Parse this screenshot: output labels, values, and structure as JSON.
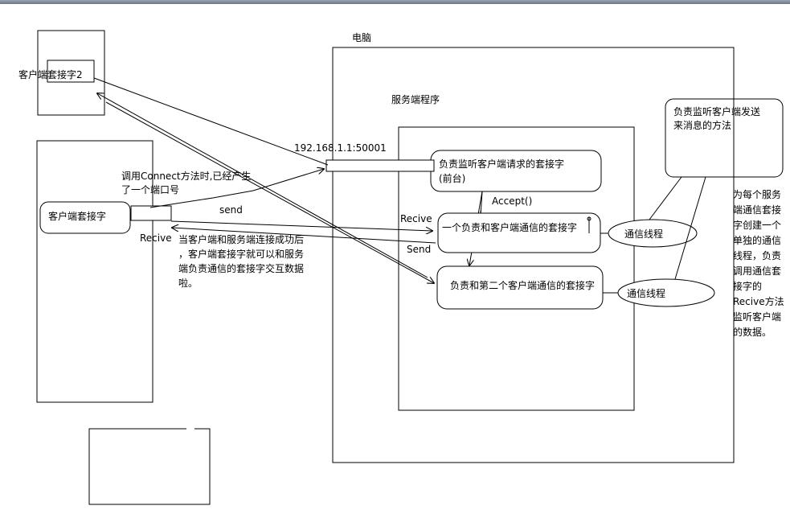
{
  "diagram": {
    "computer_label": "电脑",
    "server_program_label": "服务端程序",
    "listen_socket_line1": "负责监听客户端请求的套接字",
    "listen_socket_line2": "(前台)",
    "comm_socket1_label": "一个负责和客户端通信的套接字",
    "comm_socket2_label": "负责和第二个客户端通信的套接字",
    "accept_label": "Accept()",
    "recive_right_label": "Recive",
    "send_right_label": "Send",
    "thread1_label": "通信线程",
    "thread2_label": "通信线程",
    "listen_method_line1": "负责监听客户端发送",
    "listen_method_line2": "来消息的方法",
    "address_label": "192.168.1.1:50001",
    "client_socket2_label": "客户端套接字2",
    "client_socket_label": "客户端套接字",
    "connect_note_line1": "调用Connect方法时,已经产生",
    "connect_note_line2": "了一个端口号",
    "send_left_label": "send",
    "recive_left_label": "Recive",
    "after_connect_note": [
      "当客户端和服务端连接成功后",
      "，客户端套接字就可以和服务",
      "端负责通信的套接字交互数据",
      "啦。"
    ],
    "right_note": [
      "为每个服务",
      "端通信套接",
      "字创建一个",
      "单独的通信",
      "线程，负责",
      "调用通信套",
      "接字的",
      "Recive方法",
      "监听客户端",
      "的数据。"
    ]
  }
}
